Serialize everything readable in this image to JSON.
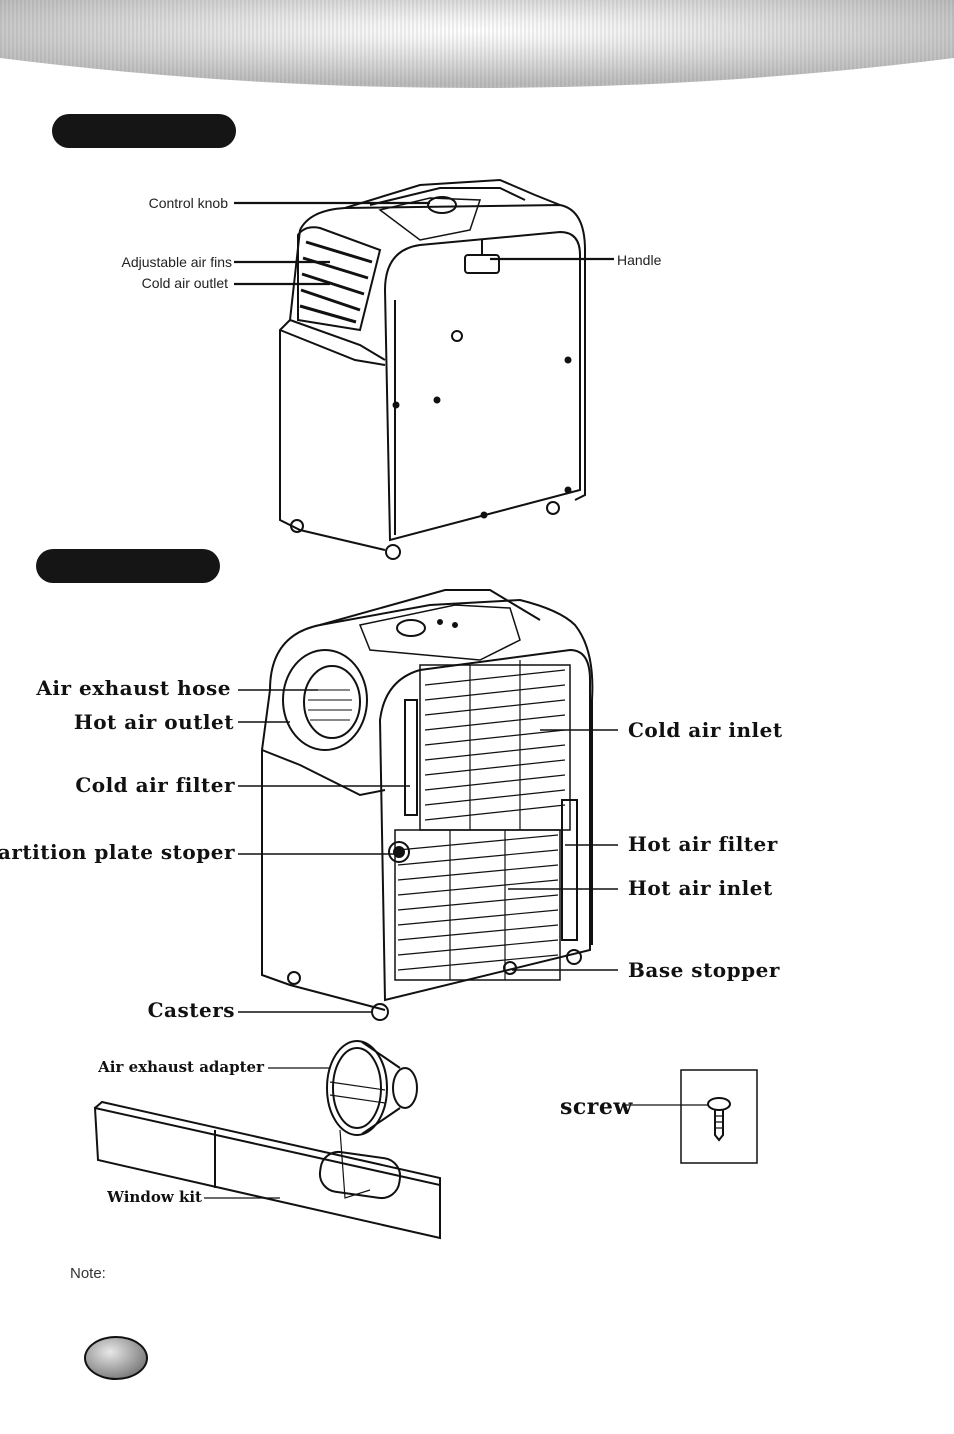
{
  "front_view": {
    "labels": {
      "control_knob": "Control knob",
      "adjustable_air_fins": "Adjustable  air fins",
      "cold_air_outlet": "Cold air outlet",
      "handle": "Handle"
    }
  },
  "rear_view": {
    "labels": {
      "air_exhaust_hose": "Air exhaust hose",
      "hot_air_outlet": "Hot air outlet",
      "cold_air_filter": "Cold air filter",
      "partition_plate_stoper": "Partition plate stoper",
      "casters": "Casters",
      "cold_air_inlet": "Cold air inlet",
      "hot_air_filter": "Hot air filter",
      "hot_air_inlet": "Hot air inlet",
      "base_stopper": "Base stopper"
    }
  },
  "accessories": {
    "labels": {
      "air_exhaust_adapter": "Air exhaust adapter",
      "window_kit": "Window kit",
      "screw": "screw"
    }
  },
  "note": {
    "label": "Note:"
  }
}
